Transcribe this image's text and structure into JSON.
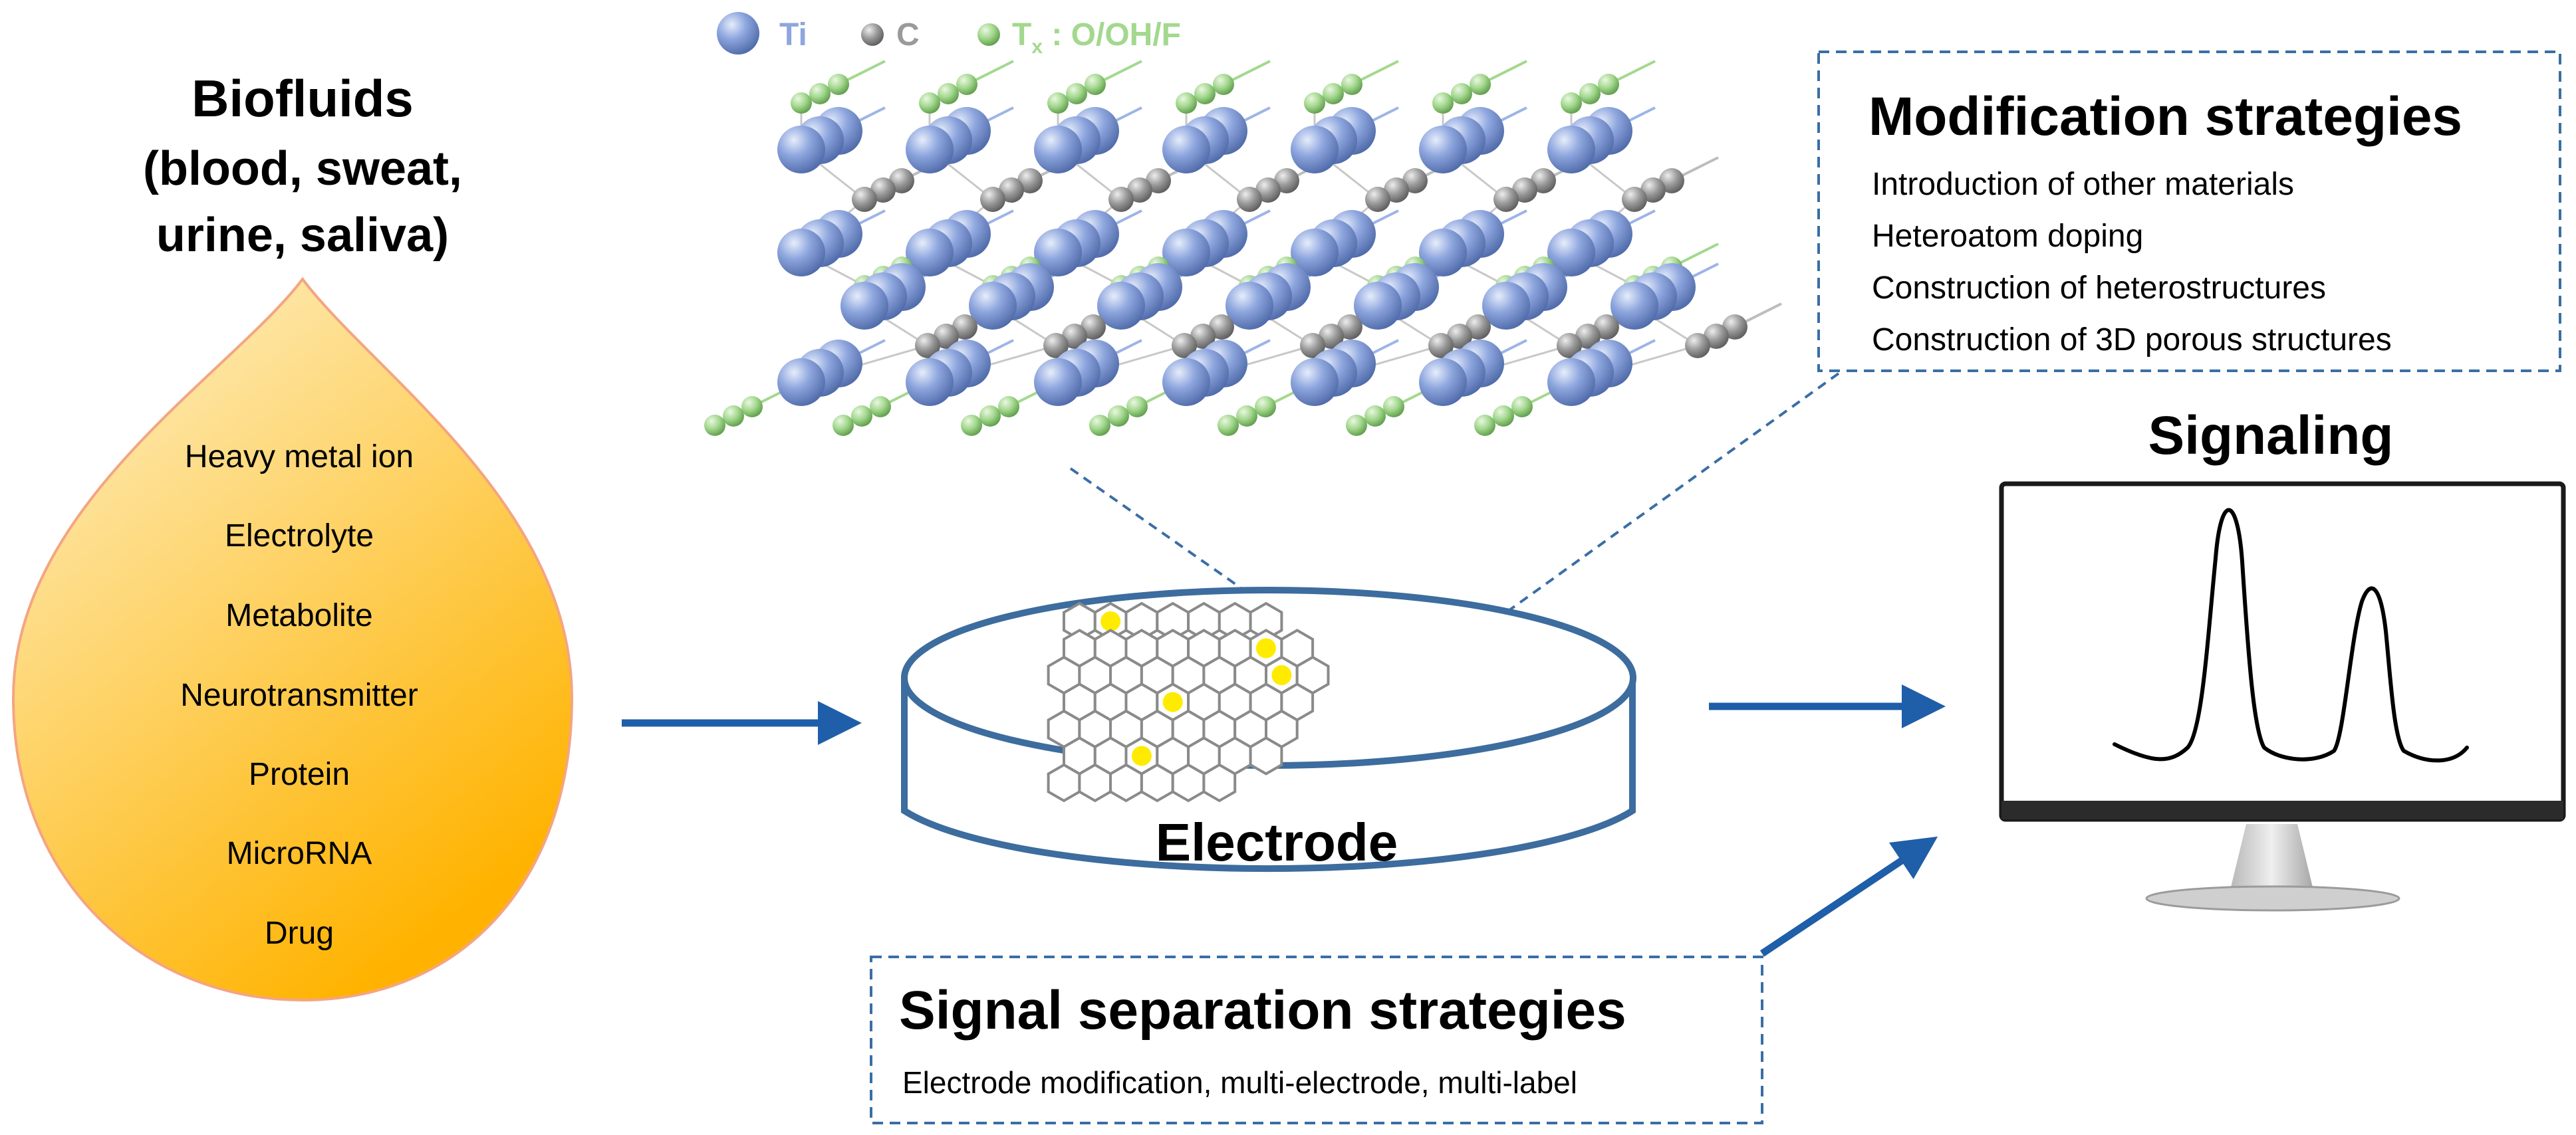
{
  "biofluids": {
    "title_line1": "Biofluids",
    "title_line2": "(blood, sweat,",
    "title_line3": "urine, saliva)",
    "drop_fill_top": "#FDF3D0",
    "drop_fill_bottom": "#FFB300",
    "drop_outline": "#F4A582",
    "items": [
      "Heavy metal ion",
      "Electrolyte",
      "Metabolite",
      "Neurotransmitter",
      "Protein",
      "MicroRNA",
      "Drug"
    ]
  },
  "legend": {
    "ti_label": "Ti",
    "c_label": "C",
    "tx_prefix": "T",
    "tx_subscript": "x",
    "tx_suffix": " : O/OH/F",
    "ti_color": "#8EA6DE",
    "c_color": "#9A9A9A",
    "tx_color": "#A3D88E"
  },
  "modification": {
    "title": "Modification strategies",
    "items": [
      "Introduction of other materials",
      "Heteroatom doping",
      "Construction of heterostructures",
      "Construction of 3D porous structures"
    ]
  },
  "electrode": {
    "label": "Electrode",
    "outline_color": "#3D6C9E",
    "dopant_color": "#FFEB00"
  },
  "signaling": {
    "title": "Signaling"
  },
  "signal_separation": {
    "title": "Signal separation strategies",
    "subtitle": "Electrode modification, multi-electrode, multi-label"
  },
  "colors": {
    "arrow": "#1F5EA8",
    "dashed_box": "#3A6EA5"
  }
}
